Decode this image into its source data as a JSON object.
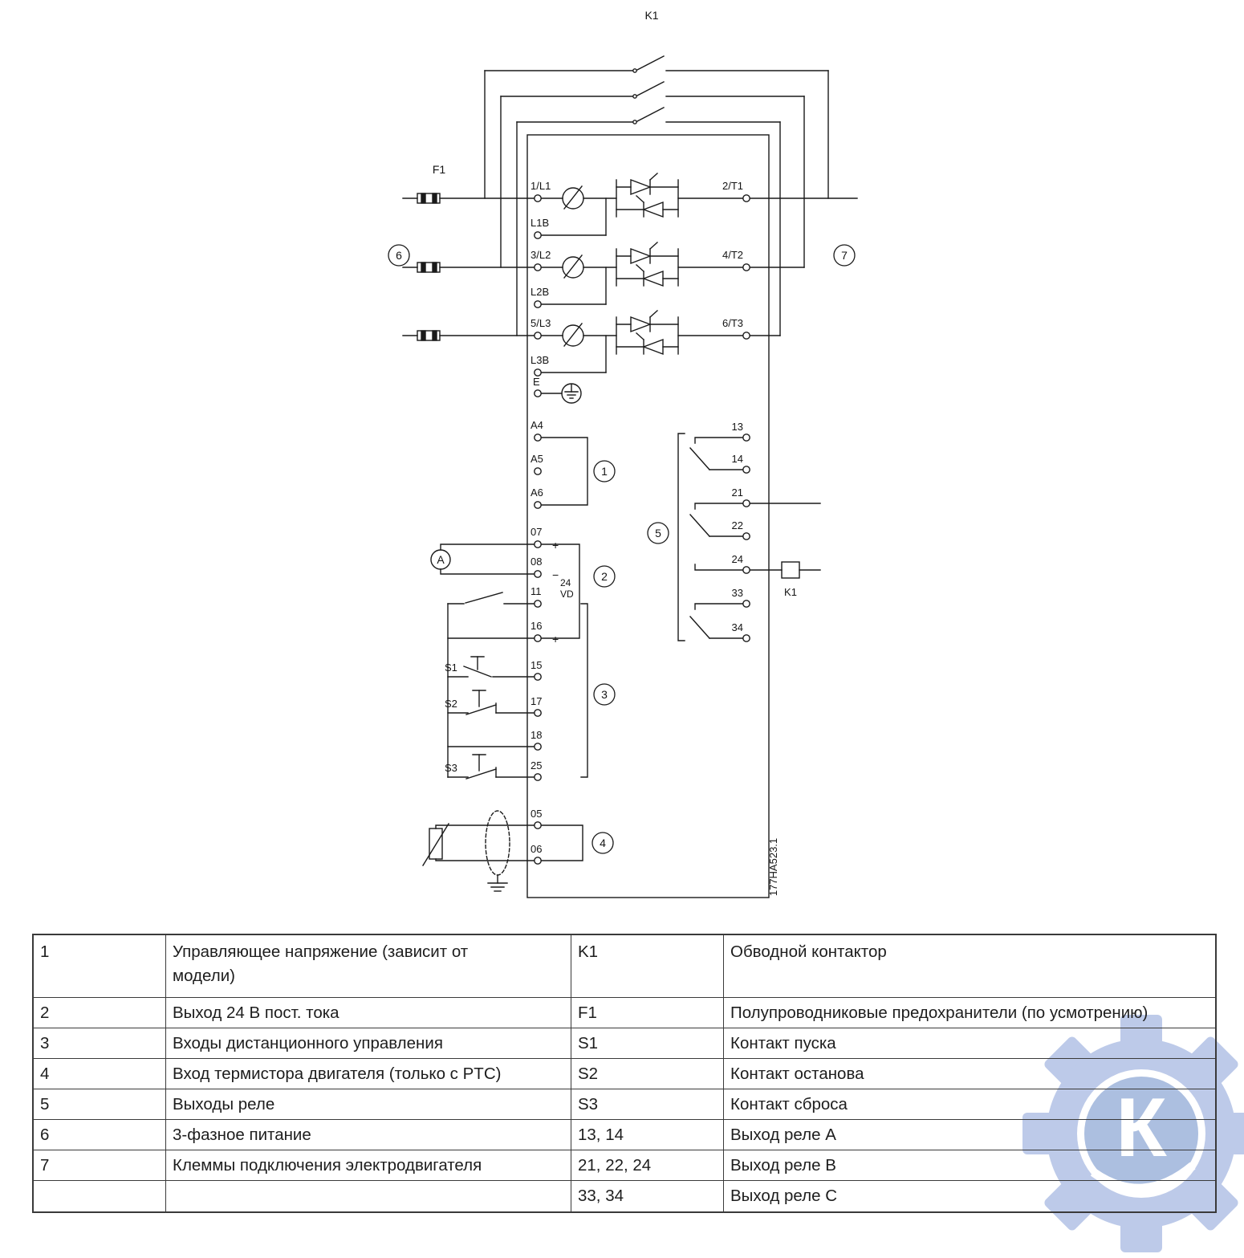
{
  "diagram": {
    "labels": {
      "k1": "K1",
      "f1": "F1",
      "l1_in": "1/L1",
      "l1_bypass": "L1B",
      "t1_out": "2/T1",
      "l2_in": "3/L2",
      "l2_bypass": "L2B",
      "t2_out": "4/T2",
      "l3_in": "5/L3",
      "l3_bypass": "L3B",
      "t3_out": "6/T3",
      "earth": "E",
      "a4": "A4",
      "a5": "A5",
      "a6": "A6",
      "t07": "07",
      "t08": "08",
      "t11": "11",
      "t16": "16",
      "plus": "+",
      "minus": "−",
      "psu_1": "24",
      "psu_2": "VD",
      "s1": "S1",
      "s2": "S2",
      "s3": "S3",
      "t15": "15",
      "t17": "17",
      "t18": "18",
      "t25": "25",
      "t05": "05",
      "t06": "06",
      "t13": "13",
      "t14": "14",
      "t21": "21",
      "t22": "22",
      "t24": "24",
      "t33": "33",
      "t34": "34",
      "ammeter": "A",
      "doc_ref": "177HA523.1"
    },
    "callouts": {
      "c1": "1",
      "c2": "2",
      "c3": "3",
      "c4": "4",
      "c5": "5",
      "c6": "6",
      "c7": "7"
    }
  },
  "legend_table": {
    "rows": [
      {
        "num": "1",
        "desc": "Управляющее напряжение (зависит от модели)",
        "code": "K1",
        "code_desc": "Обводной контактор"
      },
      {
        "num": "2",
        "desc": "Выход 24 В пост. тока",
        "code": "F1",
        "code_desc": "Полупроводниковые предохранители (по усмотрению)"
      },
      {
        "num": "3",
        "desc": "Входы дистанционного управления",
        "code": "S1",
        "code_desc": "Контакт пуска"
      },
      {
        "num": "4",
        "desc": "Вход термистора двигателя (только с PTC)",
        "code": "S2",
        "code_desc": "Контакт останова"
      },
      {
        "num": "5",
        "desc": "Выходы реле",
        "code": "S3",
        "code_desc": "Контакт сброса"
      },
      {
        "num": "6",
        "desc": "3-фазное питание",
        "code": "13, 14",
        "code_desc": "Выход реле A"
      },
      {
        "num": "7",
        "desc": "Клеммы подключения электродвигателя",
        "code": "21, 22, 24",
        "code_desc": "Выход реле B"
      },
      {
        "num": "",
        "desc": "",
        "code": "33, 34",
        "code_desc": "Выход реле C"
      }
    ]
  },
  "watermark": {
    "letter": "К",
    "gear_color": "#bac8e8",
    "disc_color": "#a8bcdf"
  }
}
